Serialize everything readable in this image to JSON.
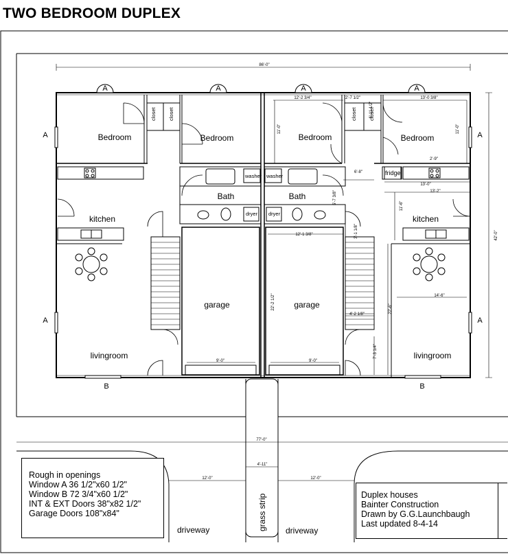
{
  "title": "TWO BEDROOM DUPLEX",
  "rooms": {
    "bedroom_1": "Bedroom",
    "bedroom_2": "Bedroom",
    "bedroom_3": "Bedroom",
    "bedroom_4": "Bedroom",
    "closet_1": "closet",
    "closet_2": "closet",
    "closet_3": "closet",
    "closet_4": "closet",
    "bath_left": "Bath",
    "bath_right": "Bath",
    "kitchen_left": "kitchen",
    "kitchen_right": "kitchen",
    "garage_left": "garage",
    "garage_right": "garage",
    "livingroom_left": "livingroom",
    "livingroom_right": "livingroom",
    "washer_left": "washer",
    "washer_right": "washer",
    "dryer_left": "dryer",
    "dryer_right": "dryer",
    "fridge": "fridge"
  },
  "window_tags": {
    "a": "A",
    "b": "B"
  },
  "dimensions": {
    "overall_width": "86'-0\"",
    "overall_depth": "42'-0\"",
    "bedroom3_width": "12'-2 3/4\"",
    "closet3_width": "2'-7 1/2\"",
    "closet4_depth": "6'-11 1/2\"",
    "bedroom4_width": "13'-0 3/8\"",
    "bedroom3_depth": "11'-0\"",
    "bedroom4_depth": "11'-0\"",
    "counter_2_9": "2'-9\"",
    "hall_6_8": "6'-8\"",
    "kitchen_13_0": "13'-0\"",
    "kitchen_13_2": "13'-2\"",
    "bath_5_7": "5'-7 3/8\"",
    "kitchen_11_6": "11'-6\"",
    "stair_landing": "3'-1 1/8\"",
    "garage_width": "12'-1 3/8\"",
    "garage_depth": "22'-2 1/2\"",
    "stair_4_2": "4'-2 1/8\"",
    "living_width": "14'-6\"",
    "living_depth": "22'-6\"",
    "living_7_3": "7'-3 1/4\"",
    "garage_door_left": "9'-0\"",
    "garage_door_right": "9'-0\"",
    "lot_width": "77'-0\"",
    "grass_width": "4'-11\"",
    "driveway_left": "12'-0\"",
    "driveway_right": "12'-0\""
  },
  "site": {
    "grass_strip": "grass strip",
    "driveway_left": "driveway",
    "driveway_right": "driveway"
  },
  "rough_in": {
    "heading": "Rough in openings",
    "line1": "Window A 36 1/2\"x60 1/2\"",
    "line2": "Window B 72 3/4\"x60 1/2\"",
    "line3": "INT & EXT Doors 38\"x82 1/2\"",
    "line4": "Garage Doors 108\"x84\""
  },
  "title_block": {
    "line1": "Duplex houses",
    "line2": "Bainter Construction",
    "line3": "Drawn by G.G.Launchbaugh",
    "line4": "Last updated 8-4-14"
  }
}
